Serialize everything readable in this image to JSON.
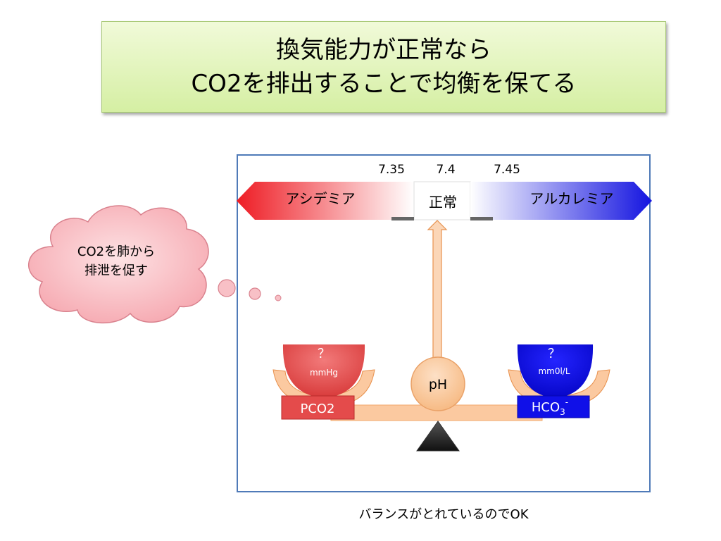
{
  "title": {
    "line1": "換気能力が正常なら",
    "line2": "CO2を排出することで均衡を保てる"
  },
  "scale": {
    "ticks": [
      "7.35",
      "7.4",
      "7.45"
    ],
    "acidemia": "アシデミア",
    "normal": "正常",
    "alkalemia": "アルカレミア"
  },
  "balance": {
    "left_value": "？",
    "left_unit": "mmHg",
    "left_label": "PCO2",
    "center_label": "pH",
    "right_value": "？",
    "right_unit": "mm0l/L",
    "right_label_main": "HCO",
    "right_label_sub": "3",
    "right_label_sup": "-"
  },
  "cloud": {
    "line1": "CO2を肺から",
    "line2": "排泄を促す"
  },
  "caption": "バランスがとれているのでOK",
  "colors": {
    "acid_red": "#ee1c24",
    "alkali_blue": "#1a1ae6",
    "title_green": "#d5efa3",
    "frame_blue": "#4f7ab8",
    "cloud_pink": "#f8b8bf"
  }
}
